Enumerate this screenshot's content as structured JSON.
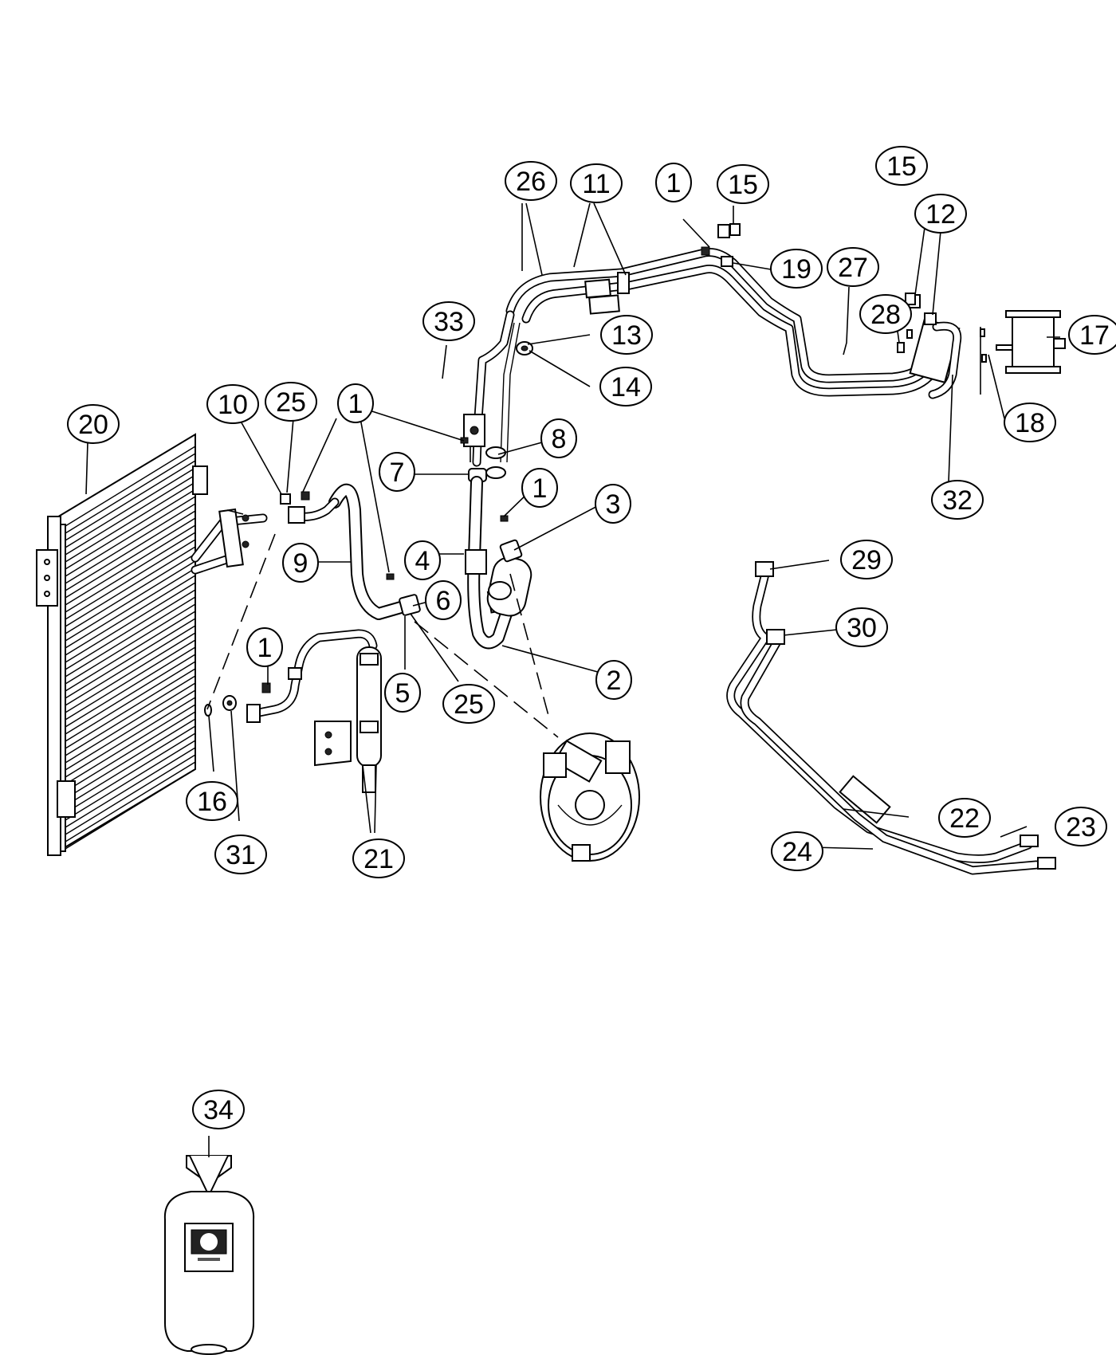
{
  "diagram": {
    "callouts": [
      {
        "id": "c26",
        "text": "26"
      },
      {
        "id": "c11",
        "text": "11"
      },
      {
        "id": "c1a",
        "text": "1"
      },
      {
        "id": "c15a",
        "text": "15"
      },
      {
        "id": "c15b",
        "text": "15"
      },
      {
        "id": "c12",
        "text": "12"
      },
      {
        "id": "c19",
        "text": "19"
      },
      {
        "id": "c27",
        "text": "27"
      },
      {
        "id": "c28",
        "text": "28"
      },
      {
        "id": "c17",
        "text": "17"
      },
      {
        "id": "c33",
        "text": "33"
      },
      {
        "id": "c13",
        "text": "13"
      },
      {
        "id": "c14",
        "text": "14"
      },
      {
        "id": "c18",
        "text": "18"
      },
      {
        "id": "c10",
        "text": "10"
      },
      {
        "id": "c25a",
        "text": "25"
      },
      {
        "id": "c1b",
        "text": "1"
      },
      {
        "id": "c20",
        "text": "20"
      },
      {
        "id": "c8",
        "text": "8"
      },
      {
        "id": "c7",
        "text": "7"
      },
      {
        "id": "c1c",
        "text": "1"
      },
      {
        "id": "c3",
        "text": "3"
      },
      {
        "id": "c32",
        "text": "32"
      },
      {
        "id": "c9",
        "text": "9"
      },
      {
        "id": "c4",
        "text": "4"
      },
      {
        "id": "c29",
        "text": "29"
      },
      {
        "id": "c6",
        "text": "6"
      },
      {
        "id": "c30",
        "text": "30"
      },
      {
        "id": "c1d",
        "text": "1"
      },
      {
        "id": "c2",
        "text": "2"
      },
      {
        "id": "c5",
        "text": "5"
      },
      {
        "id": "c25b",
        "text": "25"
      },
      {
        "id": "c16",
        "text": "16"
      },
      {
        "id": "c22",
        "text": "22"
      },
      {
        "id": "c23",
        "text": "23"
      },
      {
        "id": "c24",
        "text": "24"
      },
      {
        "id": "c31",
        "text": "31"
      },
      {
        "id": "c21",
        "text": "21"
      },
      {
        "id": "c34",
        "text": "34"
      }
    ]
  }
}
